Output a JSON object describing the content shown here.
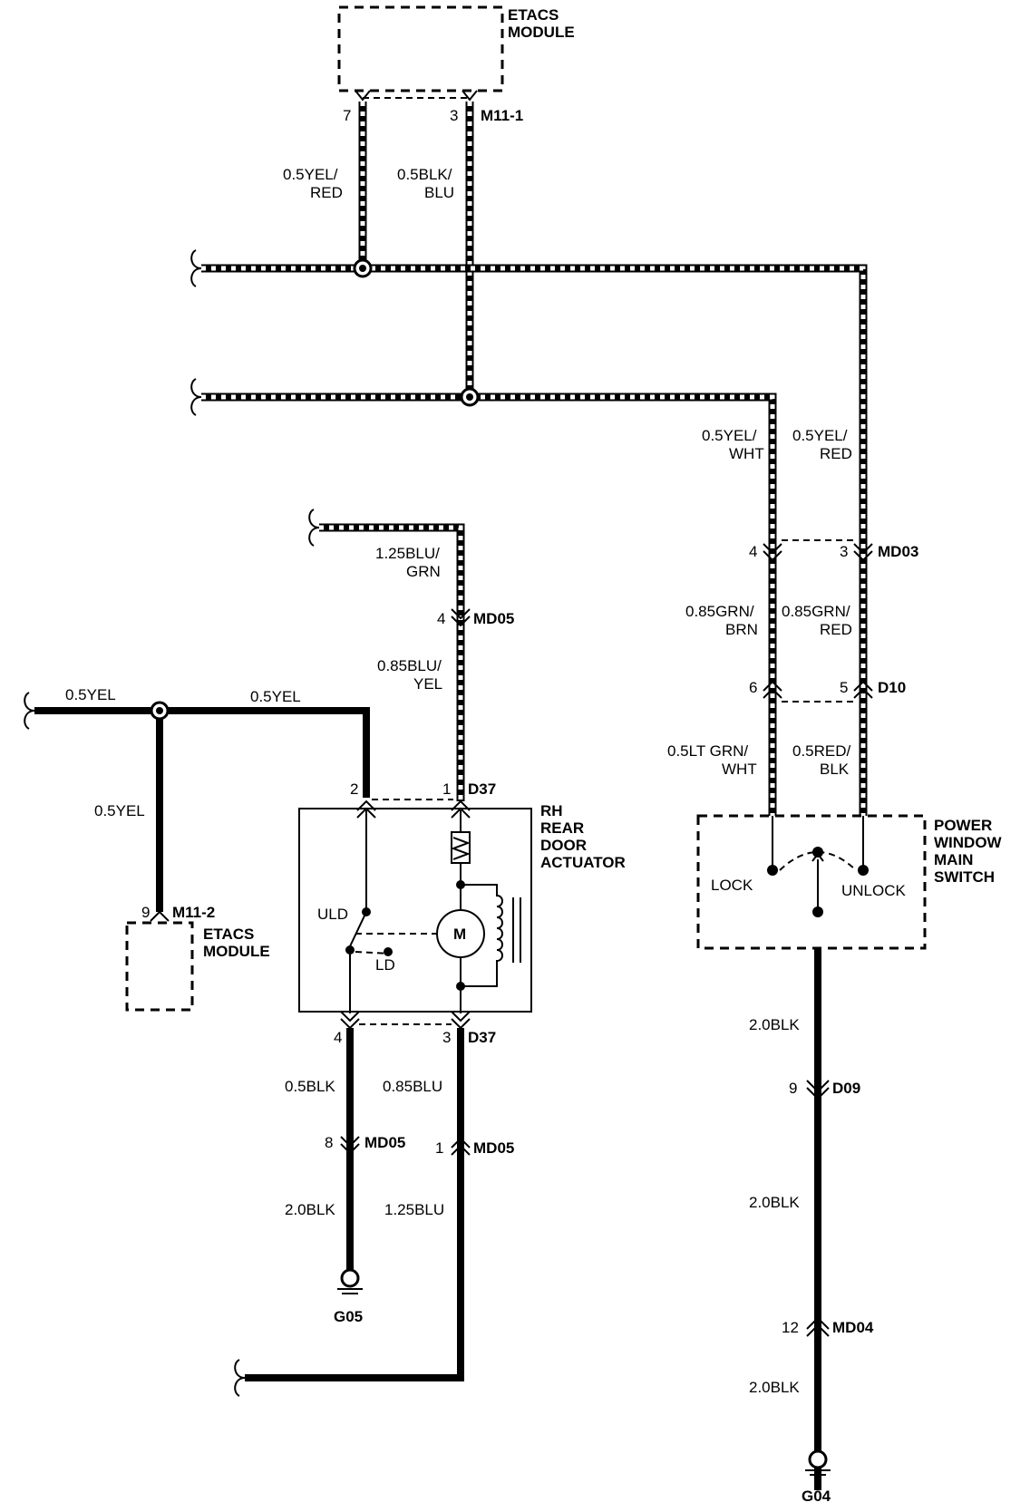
{
  "modules": {
    "etacs_top": {
      "line1": "ETACS",
      "line2": "MODULE"
    },
    "etacs_left": {
      "line1": "ETACS",
      "line2": "MODULE"
    },
    "rh_rear_door_actuator": {
      "line1": "RH",
      "line2": "REAR",
      "line3": "DOOR",
      "line4": "ACTUATOR"
    },
    "power_window_main_switch": {
      "line1": "POWER",
      "line2": "WINDOW",
      "line3": "MAIN",
      "line4": "SWITCH"
    }
  },
  "connectors": {
    "m11_1": {
      "name": "M11-1",
      "pin7": "7",
      "pin3": "3"
    },
    "m11_2": {
      "name": "M11-2",
      "pin9": "9"
    },
    "md03": {
      "name": "MD03",
      "pin4": "4",
      "pin3": "3"
    },
    "d10": {
      "name": "D10",
      "pin6": "6",
      "pin5": "5"
    },
    "md05_top": {
      "name": "MD05",
      "pin4": "4"
    },
    "d37_top": {
      "name": "D37",
      "pin2": "2",
      "pin1": "1"
    },
    "d37_bottom": {
      "name": "D37",
      "pin4": "4",
      "pin3": "3"
    },
    "md05_left": {
      "name": "MD05",
      "pin8": "8"
    },
    "md05_right": {
      "name": "MD05",
      "pin1": "1"
    },
    "d09": {
      "name": "D09",
      "pin9": "9"
    },
    "md04": {
      "name": "MD04",
      "pin12": "12"
    }
  },
  "wires": {
    "yel_red_top": {
      "line1": "0.5YEL/",
      "line2": "RED"
    },
    "blk_blu_top": {
      "line1": "0.5BLK/",
      "line2": "BLU"
    },
    "yel_wht": {
      "line1": "0.5YEL/",
      "line2": "WHT"
    },
    "yel_red_right": {
      "line1": "0.5YEL/",
      "line2": "RED"
    },
    "grn_brn": {
      "line1": "0.85GRN/",
      "line2": "BRN"
    },
    "grn_red": {
      "line1": "0.85GRN/",
      "line2": "RED"
    },
    "lt_grn_wht": {
      "line1": "0.5LT GRN/",
      "line2": "WHT"
    },
    "red_blk": {
      "line1": "0.5RED/",
      "line2": "BLK"
    },
    "blu_grn": {
      "line1": "1.25BLU/",
      "line2": "GRN"
    },
    "blu_yel": {
      "line1": "0.85BLU/",
      "line2": "YEL"
    },
    "yel_left": "0.5YEL",
    "yel_mid": "0.5YEL",
    "yel_down": "0.5YEL",
    "blk_05": "0.5BLK",
    "blu_085": "0.85BLU",
    "blk_20_left": "2.0BLK",
    "blu_125": "1.25BLU",
    "blk_20_a": "2.0BLK",
    "blk_20_b": "2.0BLK",
    "blk_20_c": "2.0BLK"
  },
  "switch_labels": {
    "lock": "LOCK",
    "unlock": "UNLOCK"
  },
  "actuator_labels": {
    "uld": "ULD",
    "ld": "LD",
    "motor": "M"
  },
  "grounds": {
    "g05": "G05",
    "g04": "G04"
  }
}
